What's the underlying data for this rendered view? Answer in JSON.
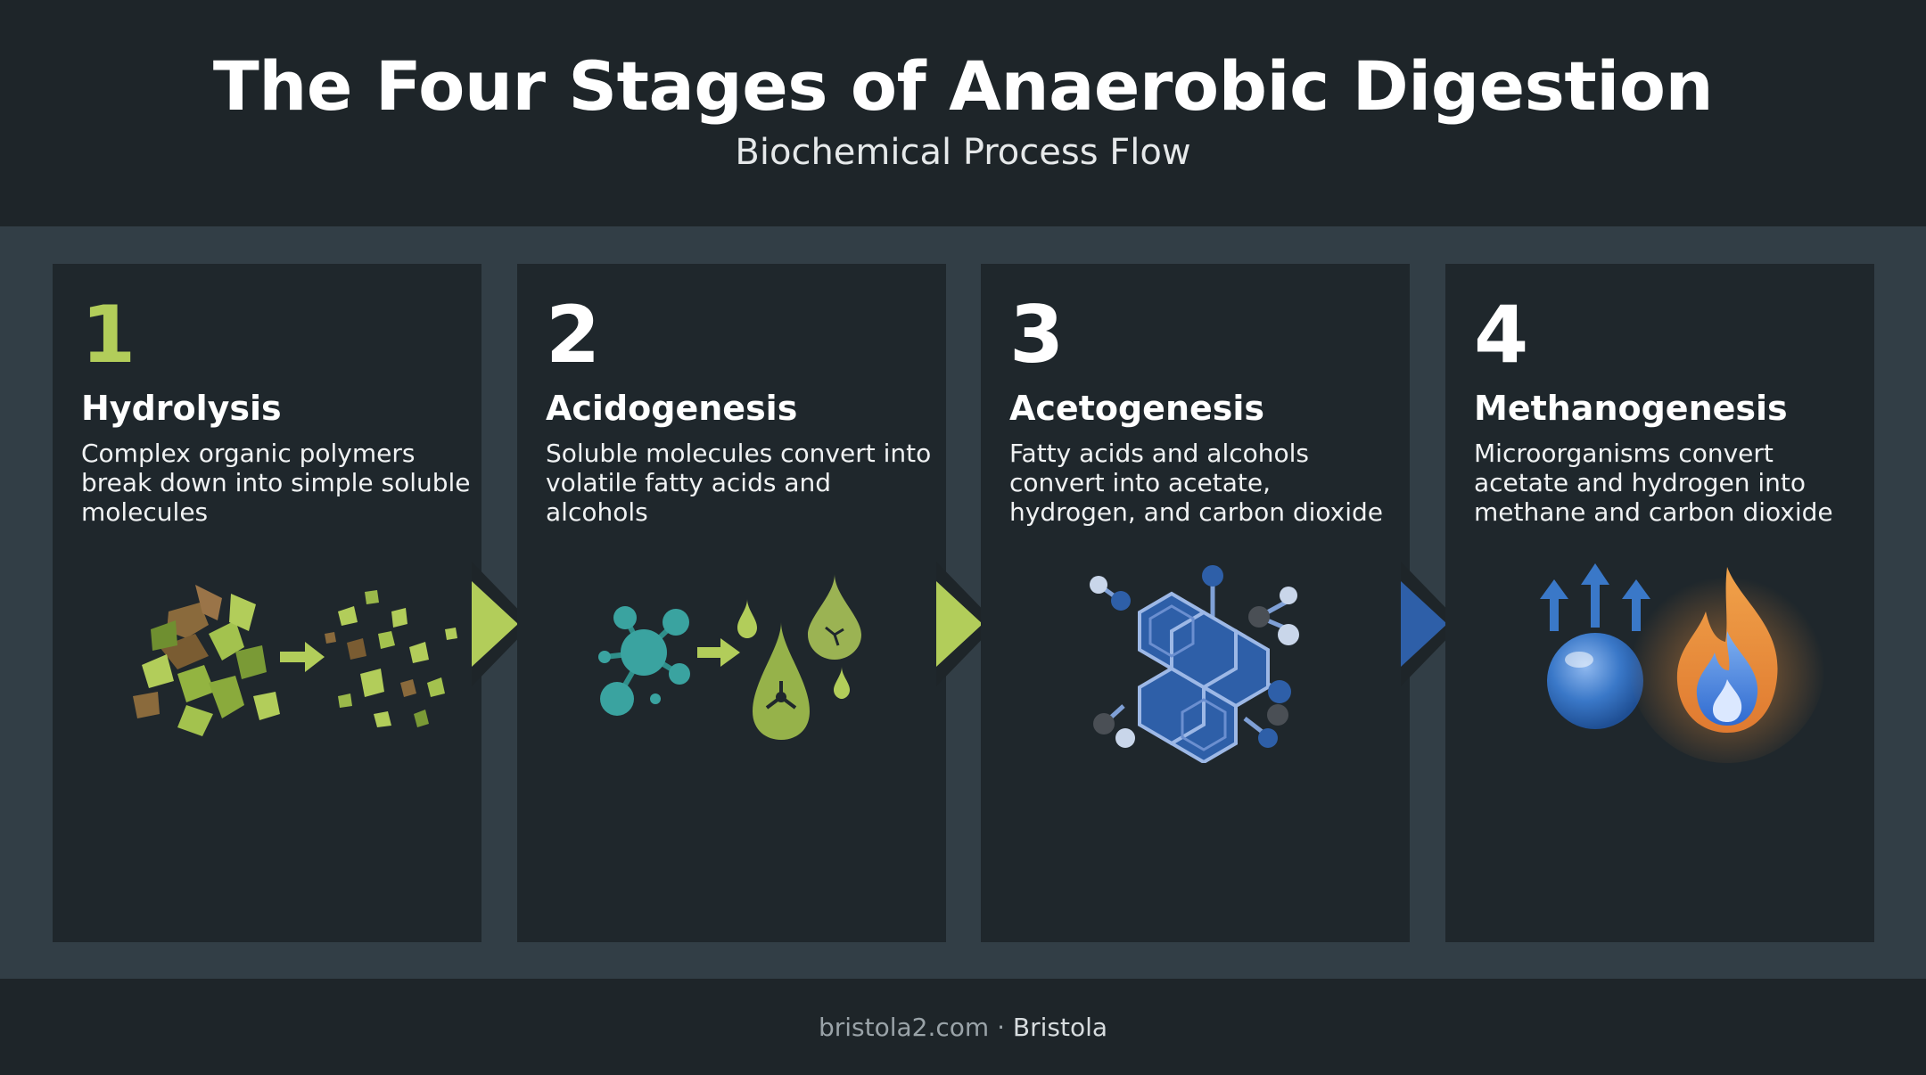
{
  "title": "The Four Stages of Anaerobic Digestion",
  "subtitle": "Biochemical Process Flow",
  "stages": [
    {
      "number": "1",
      "name": "Hydrolysis",
      "description": "Complex organic polymers break down into simple soluble molecules",
      "number_color": "#b2cd5a",
      "icon": "fragmenting-organic-matter-icon"
    },
    {
      "number": "2",
      "name": "Acidogenesis",
      "description": "Soluble molecules convert into volatile fatty acids and alcohols",
      "number_color": "#ffffff",
      "icon": "molecule-to-droplets-icon"
    },
    {
      "number": "3",
      "name": "Acetogenesis",
      "description": "Fatty acids and alcohols convert into acetate, hydrogen, and carbon dioxide",
      "number_color": "#ffffff",
      "icon": "hexagon-molecule-icon"
    },
    {
      "number": "4",
      "name": "Methanogenesis",
      "description": "Microorganisms convert acetate and hydrogen into methane and carbon dioxide",
      "number_color": "#ffffff",
      "icon": "gas-bubble-and-flame-icon"
    }
  ],
  "arrow_colors": [
    "#b2cd5a",
    "#b2cd5a",
    "#2e5fa8"
  ],
  "footer": {
    "site": "bristola2.com",
    "separator": "·",
    "brand": "Bristola"
  }
}
